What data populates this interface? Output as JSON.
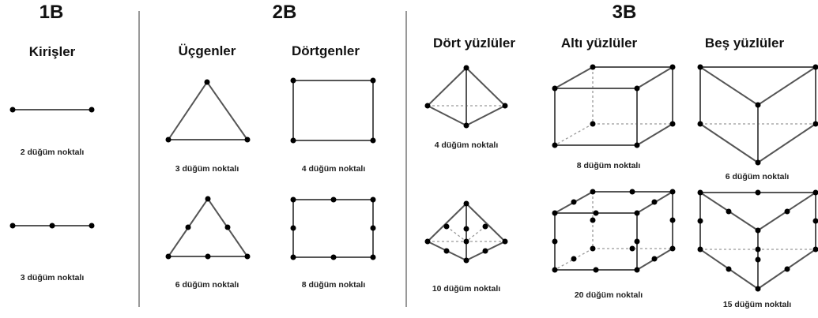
{
  "sections": {
    "d1": {
      "title": "1B",
      "subtitle": "Kirişler"
    },
    "d2": {
      "title": "2B",
      "sub_a": "Üçgenler",
      "sub_b": "Dörtgenler"
    },
    "d3": {
      "title": "3B",
      "sub_a": "Dört yüzlüler",
      "sub_b": "Altı yüzlüler",
      "sub_c": "Beş yüzlüler"
    }
  },
  "captions": {
    "beam2": "2 düğüm noktalı",
    "beam3": "3 düğüm noktalı",
    "tri3": "3 düğüm noktalı",
    "quad4": "4 düğüm noktalı",
    "tri6": "6 düğüm noktalı",
    "quad8": "8 düğüm noktalı",
    "tet4": "4 düğüm noktalı",
    "tet10": "10 düğüm noktalı",
    "hex8": "8 düğüm noktalı",
    "hex20": "20 düğüm noktalı",
    "wedge6": "6 düğüm noktalı",
    "wedge15": "15 düğüm noktalı"
  }
}
